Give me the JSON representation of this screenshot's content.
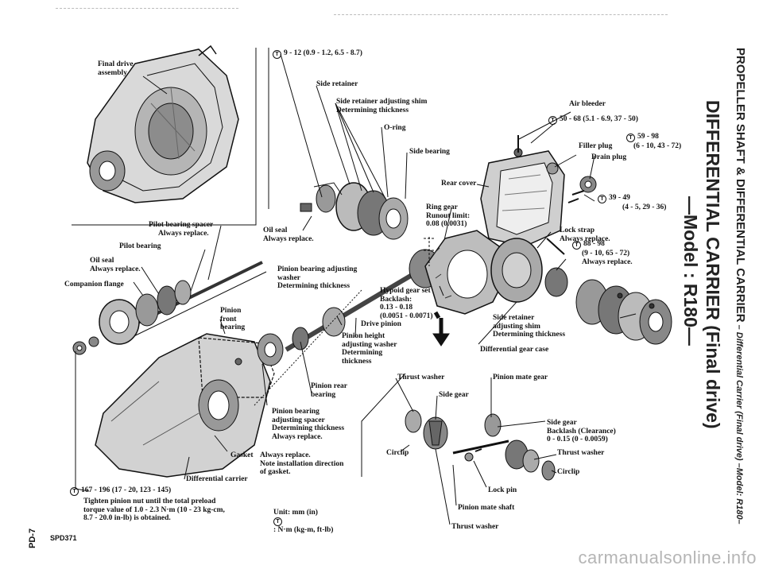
{
  "side_header": {
    "section": "PROPELLER SHAFT & DIFFERENTIAL CARRIER",
    "subsection": " – Differential Carrier (Final drive) –Model: R180–",
    "title": "DIFFERENTIAL CARRIER (Final drive)",
    "subtitle": "—Model : R180—"
  },
  "page_number": "PD-7",
  "figure_code": "SPD371",
  "watermark": "carmanualsonline.info",
  "labels": {
    "final_drive": [
      "Final drive",
      "assembly"
    ],
    "torque_top": "9 - 12 (0.9 - 1.2, 6.5 - 8.7)",
    "side_retainer": "Side retainer",
    "shim": [
      "Side retainer adjusting shim",
      "Determining thickness"
    ],
    "oring": "O-ring",
    "side_bearing": "Side bearing",
    "air_bleeder": "Air bleeder",
    "torque_bleeder": "50 - 68 (5.1 - 6.9, 37 - 50)",
    "torque_filler": [
      "59 - 98",
      "(6 - 10, 43 - 72)"
    ],
    "filler_plug": "Filler plug",
    "drain_plug": "Drain plug",
    "rear_cover": "Rear cover",
    "torque_cover": [
      "39 - 49",
      "(4 - 5, 29 - 36)"
    ],
    "ring_gear": [
      "Ring gear",
      "Runout limit:",
      "0.08 (0.0031)"
    ],
    "lock_strap": [
      "Lock strap",
      "Always replace."
    ],
    "pilot_spacer": [
      "Pilot bearing spacer",
      "Always replace."
    ],
    "pilot_bearing": "Pilot bearing",
    "oil_seal_left": [
      "Oil seal",
      "Always replace."
    ],
    "companion_flange": "Companion flange",
    "oil_seal_mid": [
      "Oil seal",
      "Always replace."
    ],
    "pinion_washer": [
      "Pinion bearing adjusting",
      "washer",
      "Determining thickness"
    ],
    "hypoid": [
      "Hypoid gear set",
      "Backlash:",
      "0.13 - 0.18",
      "(0.0051 - 0.0071)"
    ],
    "torque_ring": [
      "88 - 98",
      "(9 - 10, 65 - 72)",
      "Always replace."
    ],
    "pinion_front": [
      "Pinion",
      "front",
      "bearing"
    ],
    "drive_pinion": "Drive pinion",
    "pinion_height": [
      "Pinion height",
      "adjusting washer",
      "Determining",
      "thickness"
    ],
    "side_retainer_shim": [
      "Side retainer",
      "adjusting shim",
      "Determining thickness"
    ],
    "diff_case": "Differential gear case",
    "pinion_rear": [
      "Pinion rear",
      "bearing"
    ],
    "pinion_spacer": [
      "Pinion bearing",
      "adjusting spacer",
      "Determining thickness",
      "Always replace."
    ],
    "gasket": "Gasket",
    "gasket_note": [
      "Always replace.",
      "Note installation direction",
      "of gasket."
    ],
    "diff_carrier": "Differential carrier",
    "torque_nut": "167 - 196 (17 - 20, 123 - 145)",
    "preload_note": [
      "Tighten pinion nut until the total preload",
      "torque value of 1.0 - 2.3 N·m (10 - 23 kg-cm,",
      "8.7 - 20.0 in-lb) is obtained."
    ],
    "units": [
      "Unit:  mm (in)",
      ":  N·m (kg-m, ft-lb)"
    ],
    "thrust_washer_top": "Thrust washer",
    "pinion_mate_gear": "Pinion mate gear",
    "side_gear_top": "Side gear",
    "side_gear_right": [
      "Side gear",
      "Backlash (Clearance)",
      "0 - 0.15 (0 - 0.0059)"
    ],
    "thrust_washer_right": "Thrust washer",
    "circlip_left": "Circlip",
    "circlip_right": "Circlip",
    "lock_pin": "Lock pin",
    "pinion_mate_shaft": "Pinion mate shaft",
    "thrust_washer_bottom": "Thrust washer"
  },
  "icons": {
    "torque": "T"
  }
}
